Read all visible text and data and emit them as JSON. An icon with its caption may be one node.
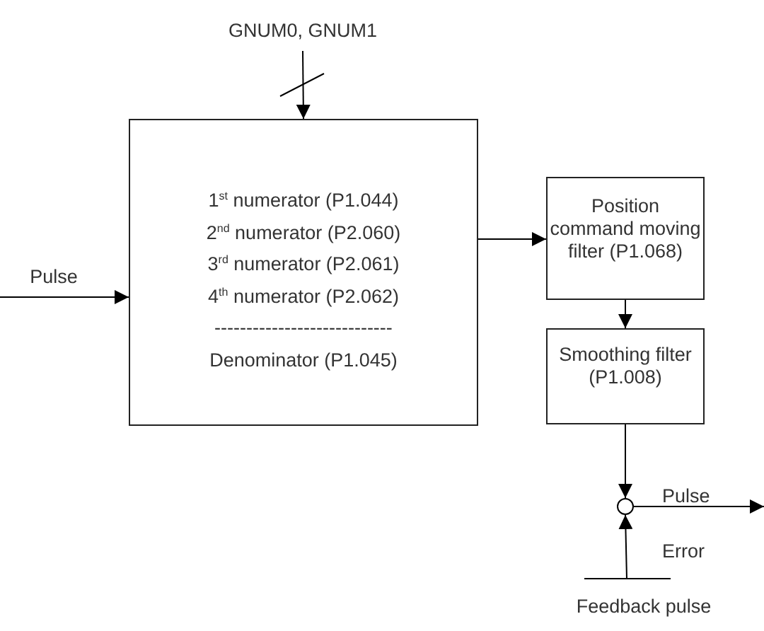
{
  "diagram": {
    "nodes": [
      {
        "text": [
          "GNUM0, GNUM1"
        ]
      },
      {
        "text": [
          "1$^{st}$ numerator (P1.044)",
          "2$^{nd}$ numerator (P2.060)",
          "3$^{rd}$ numerator (P2.061)",
          "4$^{th}$ numerator (P2.062)",
          "----------------------------",
          "Denominator (P1.045)"
        ]
      },
      {
        "text": [
          "Pulse"
        ]
      },
      {
        "text": [
          "Position command moving filter (P1.068)"
        ]
      },
      {
        "text": [
          "Smoothing filter (P1.008)"
        ]
      },
      {
        "text": [],
        "shape": "circle"
      },
      {
        "text": [
          "Feedback pulse"
        ]
      }
    ],
    "edges": [
      {
        "from": 0,
        "to": 1,
        "arrow": "to"
      },
      {
        "from": 2,
        "to": 1,
        "arrow": "to"
      },
      {
        "from": 1,
        "to": 3,
        "arrow": "to"
      },
      {
        "from": 3,
        "to": 4,
        "arrow": "to"
      },
      {
        "from": 4,
        "to": 5,
        "arrow": "to"
      },
      {
        "from": 6,
        "to": 5,
        "arrow": "to"
      },
      {
        "from": 5,
        "to": null,
        "arrow": "to"
      }
    ],
    "labels": [
      "Pulse",
      "Error"
    ]
  }
}
